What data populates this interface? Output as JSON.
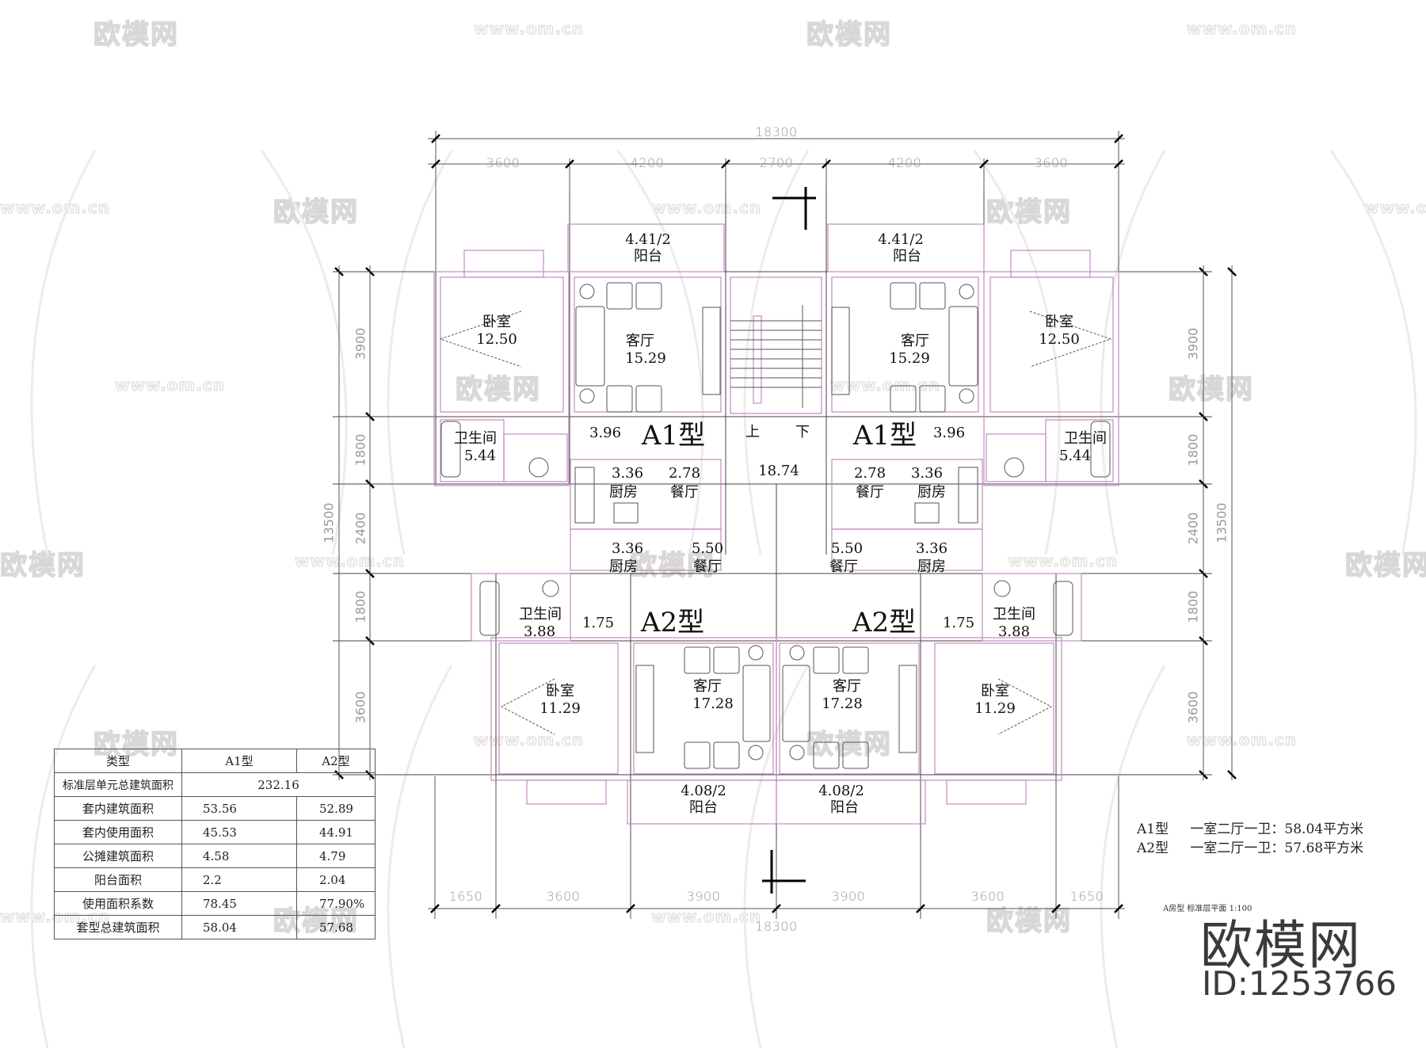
{
  "drawing": {
    "caption": "A房型 标准层平面   1:100",
    "scale": "1:100",
    "north_marks": [
      "top",
      "bottom"
    ]
  },
  "dimensions": {
    "top_total": "18300",
    "top_segments": [
      "3600",
      "4200",
      "2700",
      "4200",
      "3600"
    ],
    "bottom_total": "18300",
    "bottom_segments": [
      "1650",
      "3600",
      "3900",
      "3900",
      "3600",
      "1650"
    ],
    "left_total": "13500",
    "left_segments": [
      "3900",
      "1800",
      "2400",
      "1800",
      "3600"
    ],
    "right_total": "13500",
    "right_segments": [
      "3900",
      "1800",
      "2400",
      "1800",
      "3600"
    ]
  },
  "units": {
    "a1_left": {
      "tag": "A1型",
      "balcony": {
        "area": "4.41/2",
        "name": "阳台"
      },
      "bedroom": {
        "name": "卧室",
        "area": "12.50"
      },
      "living": {
        "name": "客厅",
        "area": "15.29"
      },
      "bath": {
        "name": "卫生间",
        "area": "5.44"
      },
      "hall": {
        "area": "3.96"
      },
      "kitchen": {
        "name": "厨房",
        "area": "3.36"
      },
      "dining": {
        "name": "餐厅",
        "area": "2.78"
      }
    },
    "a1_right": {
      "tag": "A1型",
      "balcony": {
        "area": "4.41/2",
        "name": "阳台"
      },
      "bedroom": {
        "name": "卧室",
        "area": "12.50"
      },
      "living": {
        "name": "客厅",
        "area": "15.29"
      },
      "bath": {
        "name": "卫生间",
        "area": "5.44"
      },
      "hall": {
        "area": "3.96"
      },
      "kitchen": {
        "name": "厨房",
        "area": "3.36"
      },
      "dining": {
        "name": "餐厅",
        "area": "2.78"
      }
    },
    "a2_left": {
      "tag": "A2型",
      "balcony": {
        "area": "4.08/2",
        "name": "阳台"
      },
      "bedroom": {
        "name": "卧室",
        "area": "11.29"
      },
      "living": {
        "name": "客厅",
        "area": "17.28"
      },
      "bath": {
        "name": "卫生间",
        "area": "3.88"
      },
      "hall": {
        "area": "1.75"
      },
      "kitchen": {
        "name": "厨房",
        "area": "3.36"
      },
      "dining": {
        "name": "餐厅",
        "area": "5.50"
      }
    },
    "a2_right": {
      "tag": "A2型",
      "balcony": {
        "area": "4.08/2",
        "name": "阳台"
      },
      "bedroom": {
        "name": "卧室",
        "area": "11.29"
      },
      "living": {
        "name": "客厅",
        "area": "17.28"
      },
      "bath": {
        "name": "卫生间",
        "area": "3.88"
      },
      "hall": {
        "area": "1.75"
      },
      "kitchen": {
        "name": "厨房",
        "area": "3.36"
      },
      "dining": {
        "name": "餐厅",
        "area": "5.50"
      }
    },
    "stair": {
      "up": "上",
      "down": "下",
      "area": "18.74"
    }
  },
  "area_table": {
    "headers": [
      "类型",
      "A1型",
      "A2型"
    ],
    "total_row": {
      "label": "标准层单元总建筑面积",
      "value": "232.16"
    },
    "rows": [
      {
        "label": "套内建筑面积",
        "a1": "53.56",
        "a2": "52.89"
      },
      {
        "label": "套内使用面积",
        "a1": "45.53",
        "a2": "44.91"
      },
      {
        "label": "公摊建筑面积",
        "a1": "4.58",
        "a2": "4.79"
      },
      {
        "label": "阳台面积",
        "a1": "2.2",
        "a2": "2.04"
      },
      {
        "label": "使用面积系数",
        "a1": "78.45",
        "a2": "77.90%"
      },
      {
        "label": "套型总建筑面积",
        "a1": "58.04",
        "a2": "57.68"
      }
    ]
  },
  "legend": {
    "a1": {
      "type": "A1型",
      "desc": "一室二厅一卫：58.04平方米"
    },
    "a2": {
      "type": "A2型",
      "desc": "一室二厅一卫：57.68平方米"
    }
  },
  "branding": {
    "logo_text": "欧模网",
    "id_text": "ID:1253766",
    "watermark_logo": "欧模网",
    "watermark_url": "www.om.cn"
  },
  "colors": {
    "wall_outline": "#c08cc0",
    "grid_line": "#333333",
    "dimension_text": "#9a9a9a",
    "text": "#111111",
    "watermark": "#e0e0e0",
    "brand": "#3a3a3a"
  }
}
